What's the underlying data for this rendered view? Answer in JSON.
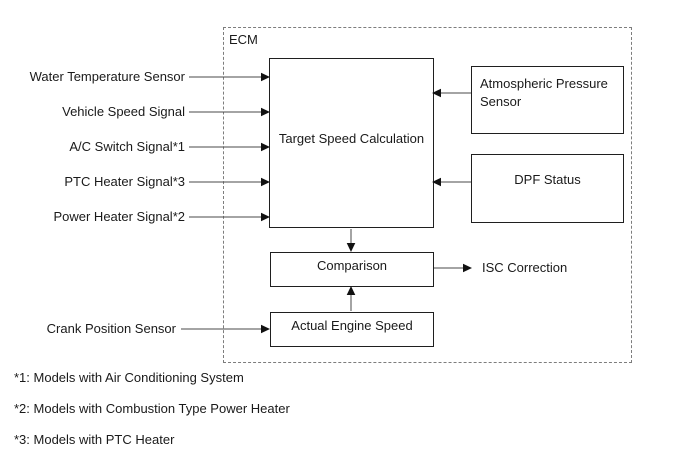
{
  "diagram": {
    "ecm_label": "ECM",
    "inputs_left": [
      {
        "label": "Water Temperature Sensor"
      },
      {
        "label": "Vehicle Speed Signal"
      },
      {
        "label": "A/C Switch Signal*1"
      },
      {
        "label": "PTC Heater Signal*3"
      },
      {
        "label": "Power Heater Signal*2"
      }
    ],
    "crank_input_label": "Crank Position Sensor",
    "blocks": {
      "target_speed": "Target Speed Calculation",
      "atmospheric": "Atmospheric Pressure Sensor",
      "dpf": "DPF Status",
      "comparison": "Comparison",
      "actual_engine_speed": "Actual Engine Speed"
    },
    "output_label": "ISC Correction",
    "footnotes": [
      "*1: Models with Air Conditioning System",
      "*2: Models with Combustion Type Power Heater",
      "*3: Models with PTC Heater"
    ],
    "colors": {
      "background": "#ffffff",
      "box_border": "#1f1f1f",
      "ecm_dashed_border": "#7d7d7d",
      "connector_line": "#4a4a4a",
      "arrowhead": "#111111",
      "text": "#1a1a1a"
    }
  }
}
